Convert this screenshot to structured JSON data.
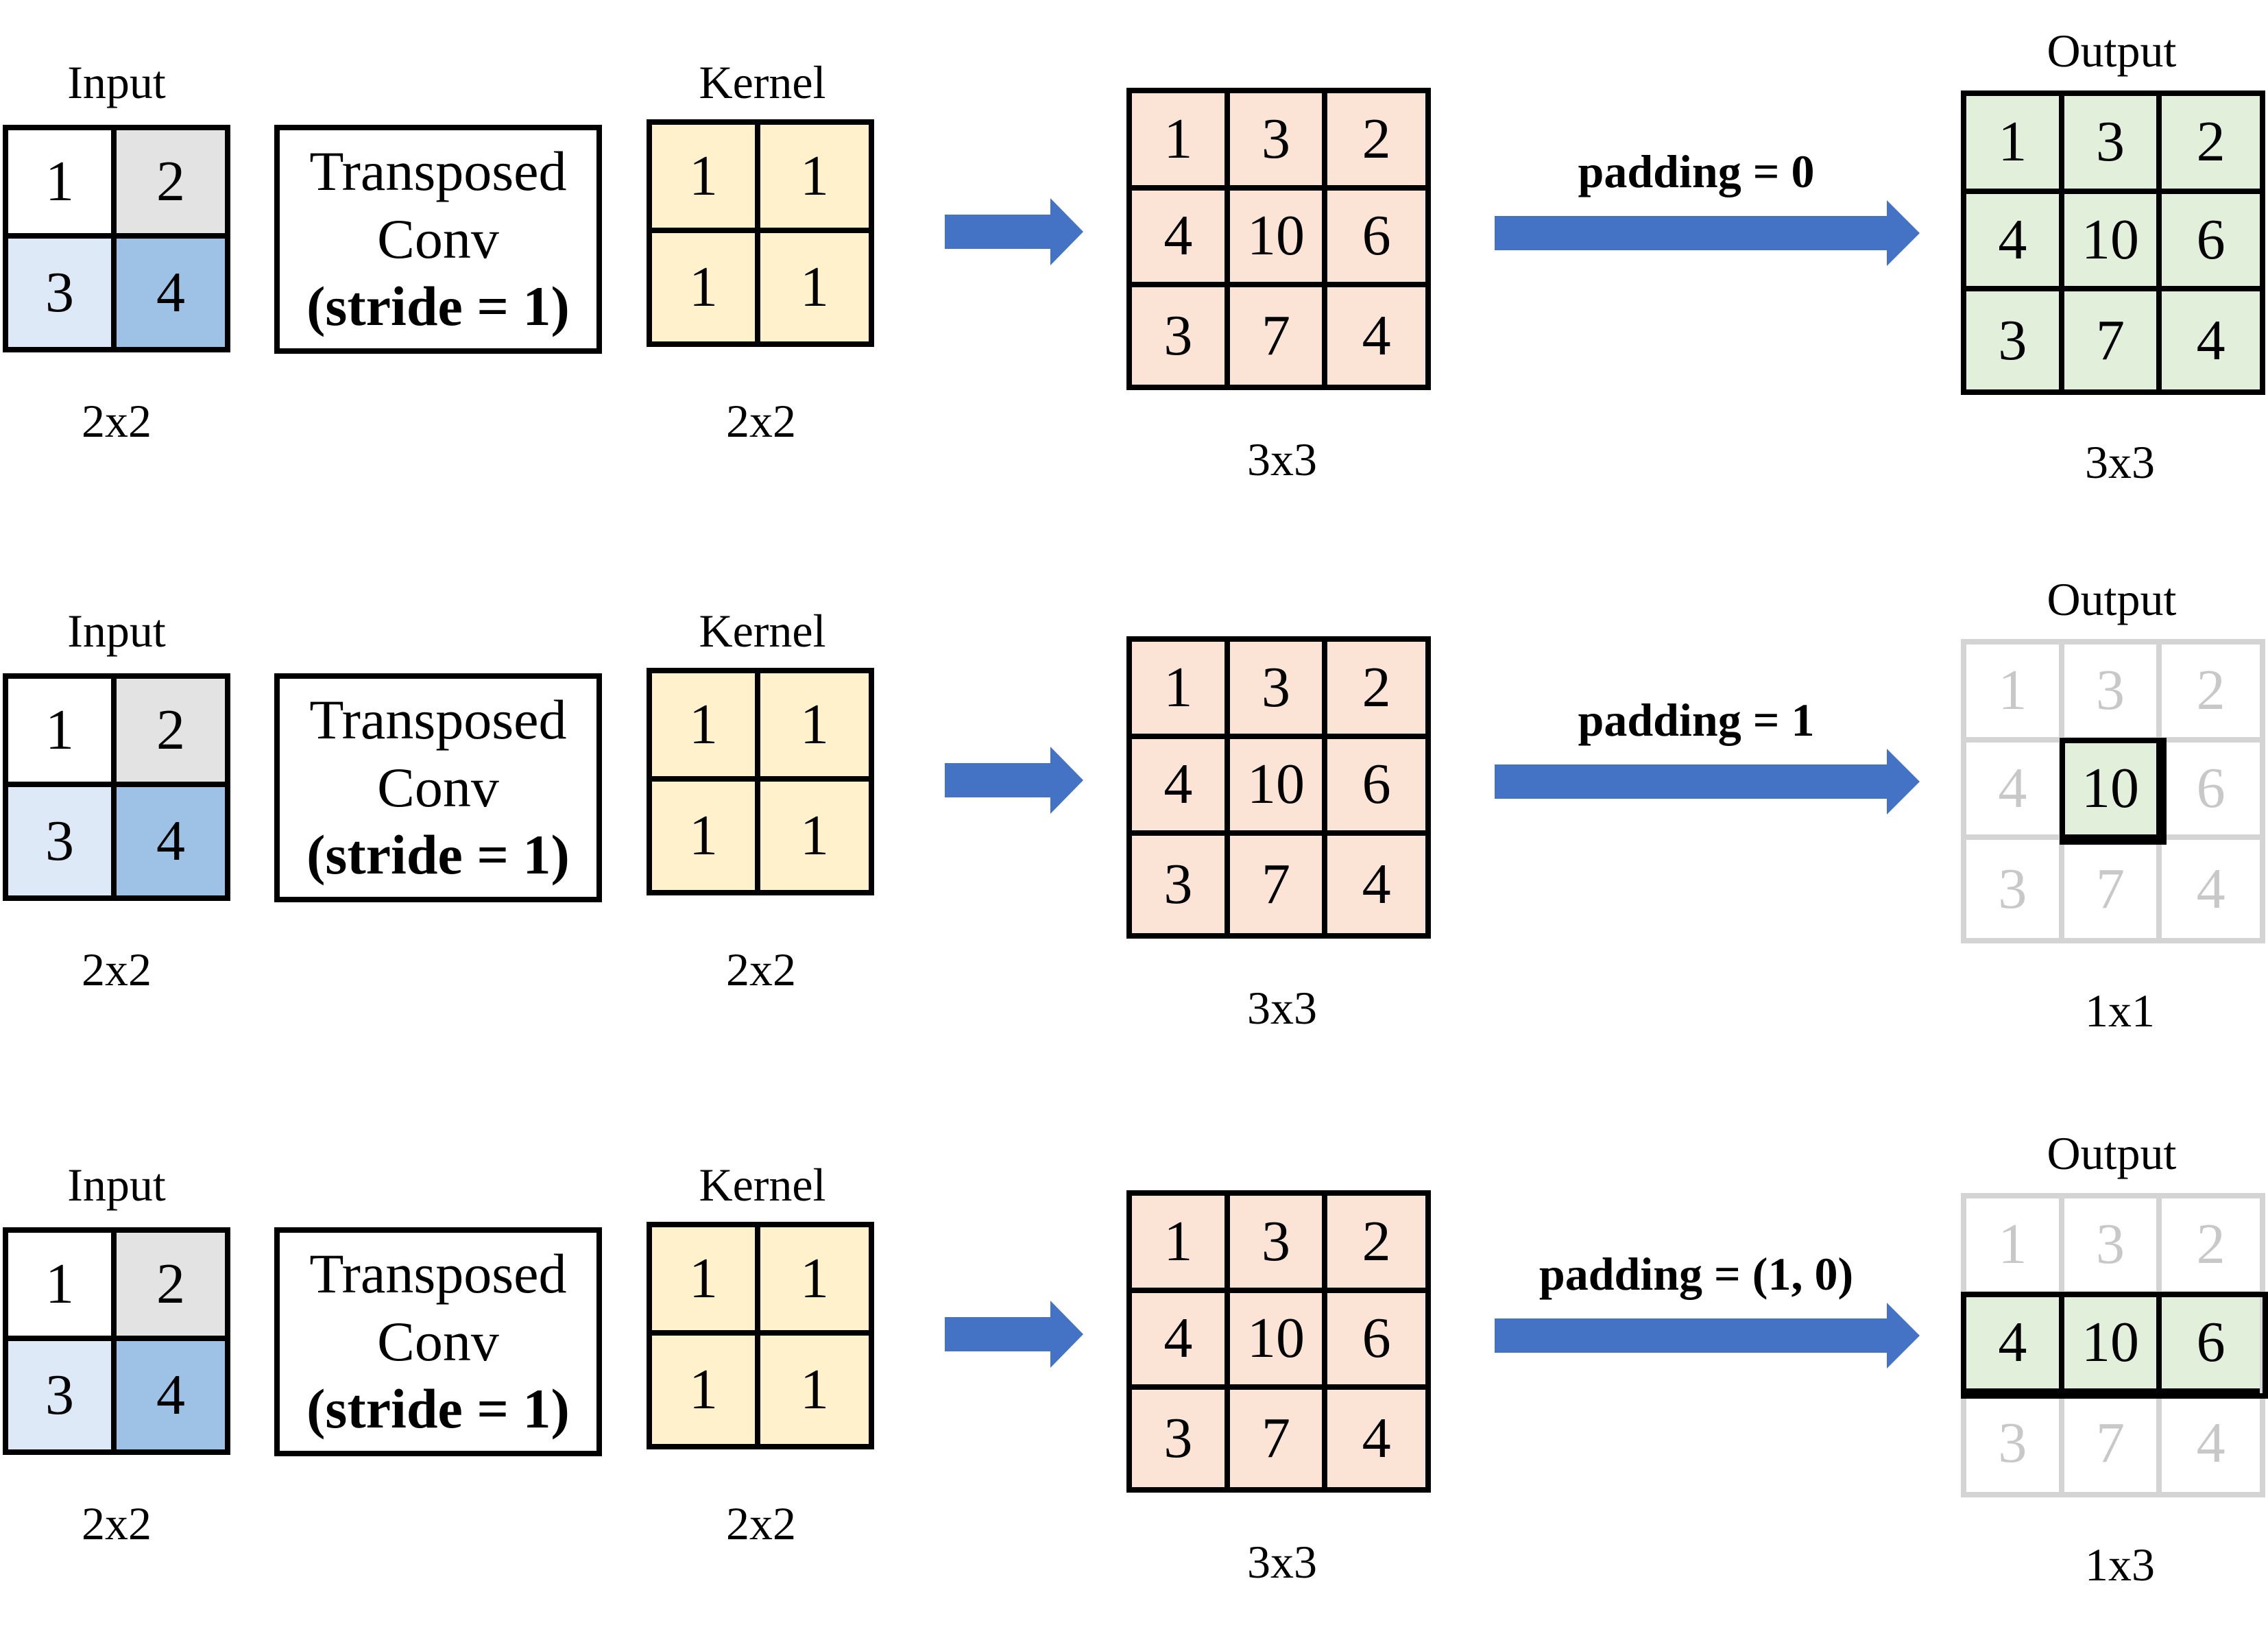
{
  "colors": {
    "arrow": "#4472c4",
    "input_white": "#ffffff",
    "input_gray": "#e3e3e3",
    "input_lightblue": "#dde9f6",
    "input_blue": "#9dc2e6",
    "kernel": "#fff1cc",
    "intermediate": "#fbe4d6",
    "output": "#e2efda",
    "faded_text": "#c8c8c8",
    "faded_border": "#d4d4d4"
  },
  "rows": [
    {
      "input": {
        "title": "Input",
        "size": "2x2",
        "values": [
          "1",
          "2",
          "3",
          "4"
        ]
      },
      "op": {
        "line1": "Transposed",
        "line2": "Conv",
        "line3": "(stride = 1)"
      },
      "kernel": {
        "title": "Kernel",
        "size": "2x2",
        "values": [
          "1",
          "1",
          "1",
          "1"
        ]
      },
      "intermediate": {
        "size": "3x3",
        "values": [
          "1",
          "3",
          "2",
          "4",
          "10",
          "6",
          "3",
          "7",
          "4"
        ]
      },
      "padding_label": "padding = 0",
      "output": {
        "title": "Output",
        "size": "3x3",
        "values": [
          "1",
          "3",
          "2",
          "4",
          "10",
          "6",
          "3",
          "7",
          "4"
        ],
        "kept": [
          true,
          true,
          true,
          true,
          true,
          true,
          true,
          true,
          true
        ]
      }
    },
    {
      "input": {
        "title": "Input",
        "size": "2x2",
        "values": [
          "1",
          "2",
          "3",
          "4"
        ]
      },
      "op": {
        "line1": "Transposed",
        "line2": "Conv",
        "line3": "(stride = 1)"
      },
      "kernel": {
        "title": "Kernel",
        "size": "2x2",
        "values": [
          "1",
          "1",
          "1",
          "1"
        ]
      },
      "intermediate": {
        "size": "3x3",
        "values": [
          "1",
          "3",
          "2",
          "4",
          "10",
          "6",
          "3",
          "7",
          "4"
        ]
      },
      "padding_label": "padding = 1",
      "output": {
        "title": "Output",
        "size": "1x1",
        "values": [
          "1",
          "3",
          "2",
          "4",
          "10",
          "6",
          "3",
          "7",
          "4"
        ],
        "kept": [
          false,
          false,
          false,
          false,
          true,
          false,
          false,
          false,
          false
        ]
      }
    },
    {
      "input": {
        "title": "Input",
        "size": "2x2",
        "values": [
          "1",
          "2",
          "3",
          "4"
        ]
      },
      "op": {
        "line1": "Transposed",
        "line2": "Conv",
        "line3": "(stride = 1)"
      },
      "kernel": {
        "title": "Kernel",
        "size": "2x2",
        "values": [
          "1",
          "1",
          "1",
          "1"
        ]
      },
      "intermediate": {
        "size": "3x3",
        "values": [
          "1",
          "3",
          "2",
          "4",
          "10",
          "6",
          "3",
          "7",
          "4"
        ]
      },
      "padding_label": "padding = (1, 0)",
      "output": {
        "title": "Output",
        "size": "1x3",
        "values": [
          "1",
          "3",
          "2",
          "4",
          "10",
          "6",
          "3",
          "7",
          "4"
        ],
        "kept": [
          false,
          false,
          false,
          true,
          true,
          true,
          false,
          false,
          false
        ]
      }
    }
  ]
}
